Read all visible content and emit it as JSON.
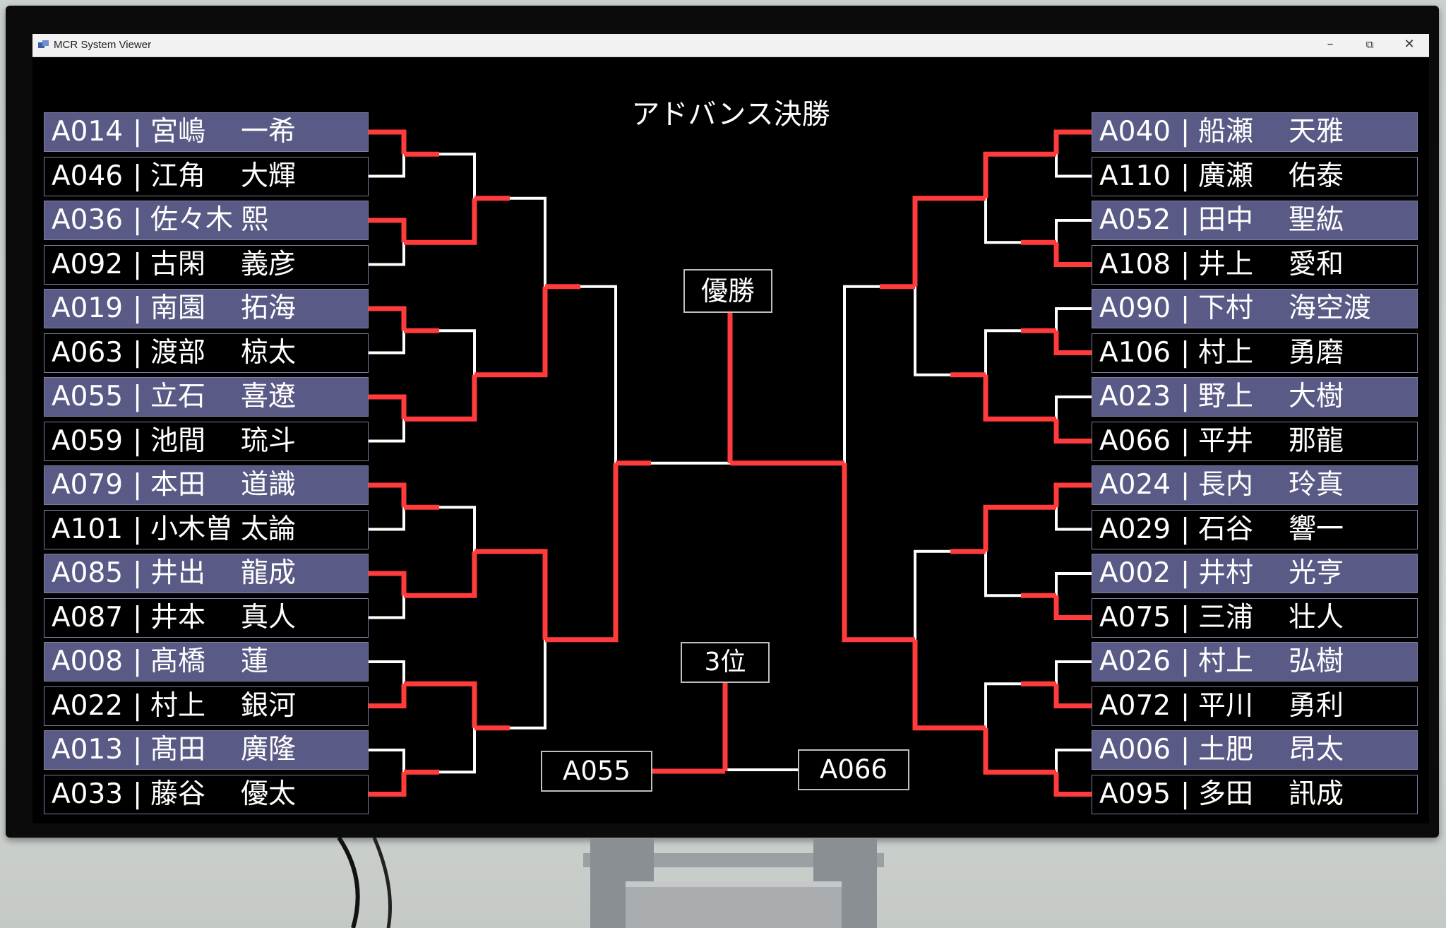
{
  "window": {
    "title": "MCR System Viewer",
    "controls": {
      "minimize": "–",
      "maximize": "⧉",
      "close": "✕"
    }
  },
  "bracket": {
    "title": "アドバンス決勝",
    "champion_label": "優勝",
    "third_place_label": "3位",
    "third_place_left": "A055",
    "third_place_right": "A066",
    "left_entries": [
      {
        "code": "A014",
        "sep": "|",
        "family": "宮嶋",
        "given": "一希"
      },
      {
        "code": "A046",
        "sep": "|",
        "family": "江角",
        "given": "大輝"
      },
      {
        "code": "A036",
        "sep": "|",
        "family": "佐々木",
        "given": "熙"
      },
      {
        "code": "A092",
        "sep": "|",
        "family": "古閑",
        "given": "義彦"
      },
      {
        "code": "A019",
        "sep": "|",
        "family": "南園",
        "given": "拓海"
      },
      {
        "code": "A063",
        "sep": "|",
        "family": "渡部",
        "given": "椋太"
      },
      {
        "code": "A055",
        "sep": "|",
        "family": "立石",
        "given": "喜遼"
      },
      {
        "code": "A059",
        "sep": "|",
        "family": "池間",
        "given": "琉斗"
      },
      {
        "code": "A079",
        "sep": "|",
        "family": "本田",
        "given": "道識"
      },
      {
        "code": "A101",
        "sep": "|",
        "family": "小木曽",
        "given": "太論"
      },
      {
        "code": "A085",
        "sep": "|",
        "family": "井出",
        "given": "龍成"
      },
      {
        "code": "A087",
        "sep": "|",
        "family": "井本",
        "given": "真人"
      },
      {
        "code": "A008",
        "sep": "|",
        "family": "髙橋",
        "given": "蓮"
      },
      {
        "code": "A022",
        "sep": "|",
        "family": "村上",
        "given": "銀河"
      },
      {
        "code": "A013",
        "sep": "|",
        "family": "髙田",
        "given": "廣隆"
      },
      {
        "code": "A033",
        "sep": "|",
        "family": "藤谷",
        "given": "優太"
      }
    ],
    "right_entries": [
      {
        "code": "A040",
        "sep": "|",
        "family": "船瀬",
        "given": "天雅"
      },
      {
        "code": "A110",
        "sep": "|",
        "family": "廣瀬",
        "given": "佑泰"
      },
      {
        "code": "A052",
        "sep": "|",
        "family": "田中",
        "given": "聖紘"
      },
      {
        "code": "A108",
        "sep": "|",
        "family": "井上",
        "given": "愛和"
      },
      {
        "code": "A090",
        "sep": "|",
        "family": "下村",
        "given": "海空渡"
      },
      {
        "code": "A106",
        "sep": "|",
        "family": "村上",
        "given": "勇磨"
      },
      {
        "code": "A023",
        "sep": "|",
        "family": "野上",
        "given": "大樹"
      },
      {
        "code": "A066",
        "sep": "|",
        "family": "平井",
        "given": "那龍"
      },
      {
        "code": "A024",
        "sep": "|",
        "family": "長内",
        "given": "玲真"
      },
      {
        "code": "A029",
        "sep": "|",
        "family": "石谷",
        "given": "響一"
      },
      {
        "code": "A002",
        "sep": "|",
        "family": "井村",
        "given": "光亨"
      },
      {
        "code": "A075",
        "sep": "|",
        "family": "三浦",
        "given": "壮人"
      },
      {
        "code": "A026",
        "sep": "|",
        "family": "村上",
        "given": "弘樹"
      },
      {
        "code": "A072",
        "sep": "|",
        "family": "平川",
        "given": "勇利"
      },
      {
        "code": "A006",
        "sep": "|",
        "family": "土肥",
        "given": "昂太"
      },
      {
        "code": "A095",
        "sep": "|",
        "family": "多田",
        "given": "訊成"
      }
    ],
    "colors": {
      "winner_line": "#ff3b3b",
      "loser_line": "#ffffff",
      "entry_odd": "#5a5a86",
      "entry_even": "#000000"
    }
  }
}
